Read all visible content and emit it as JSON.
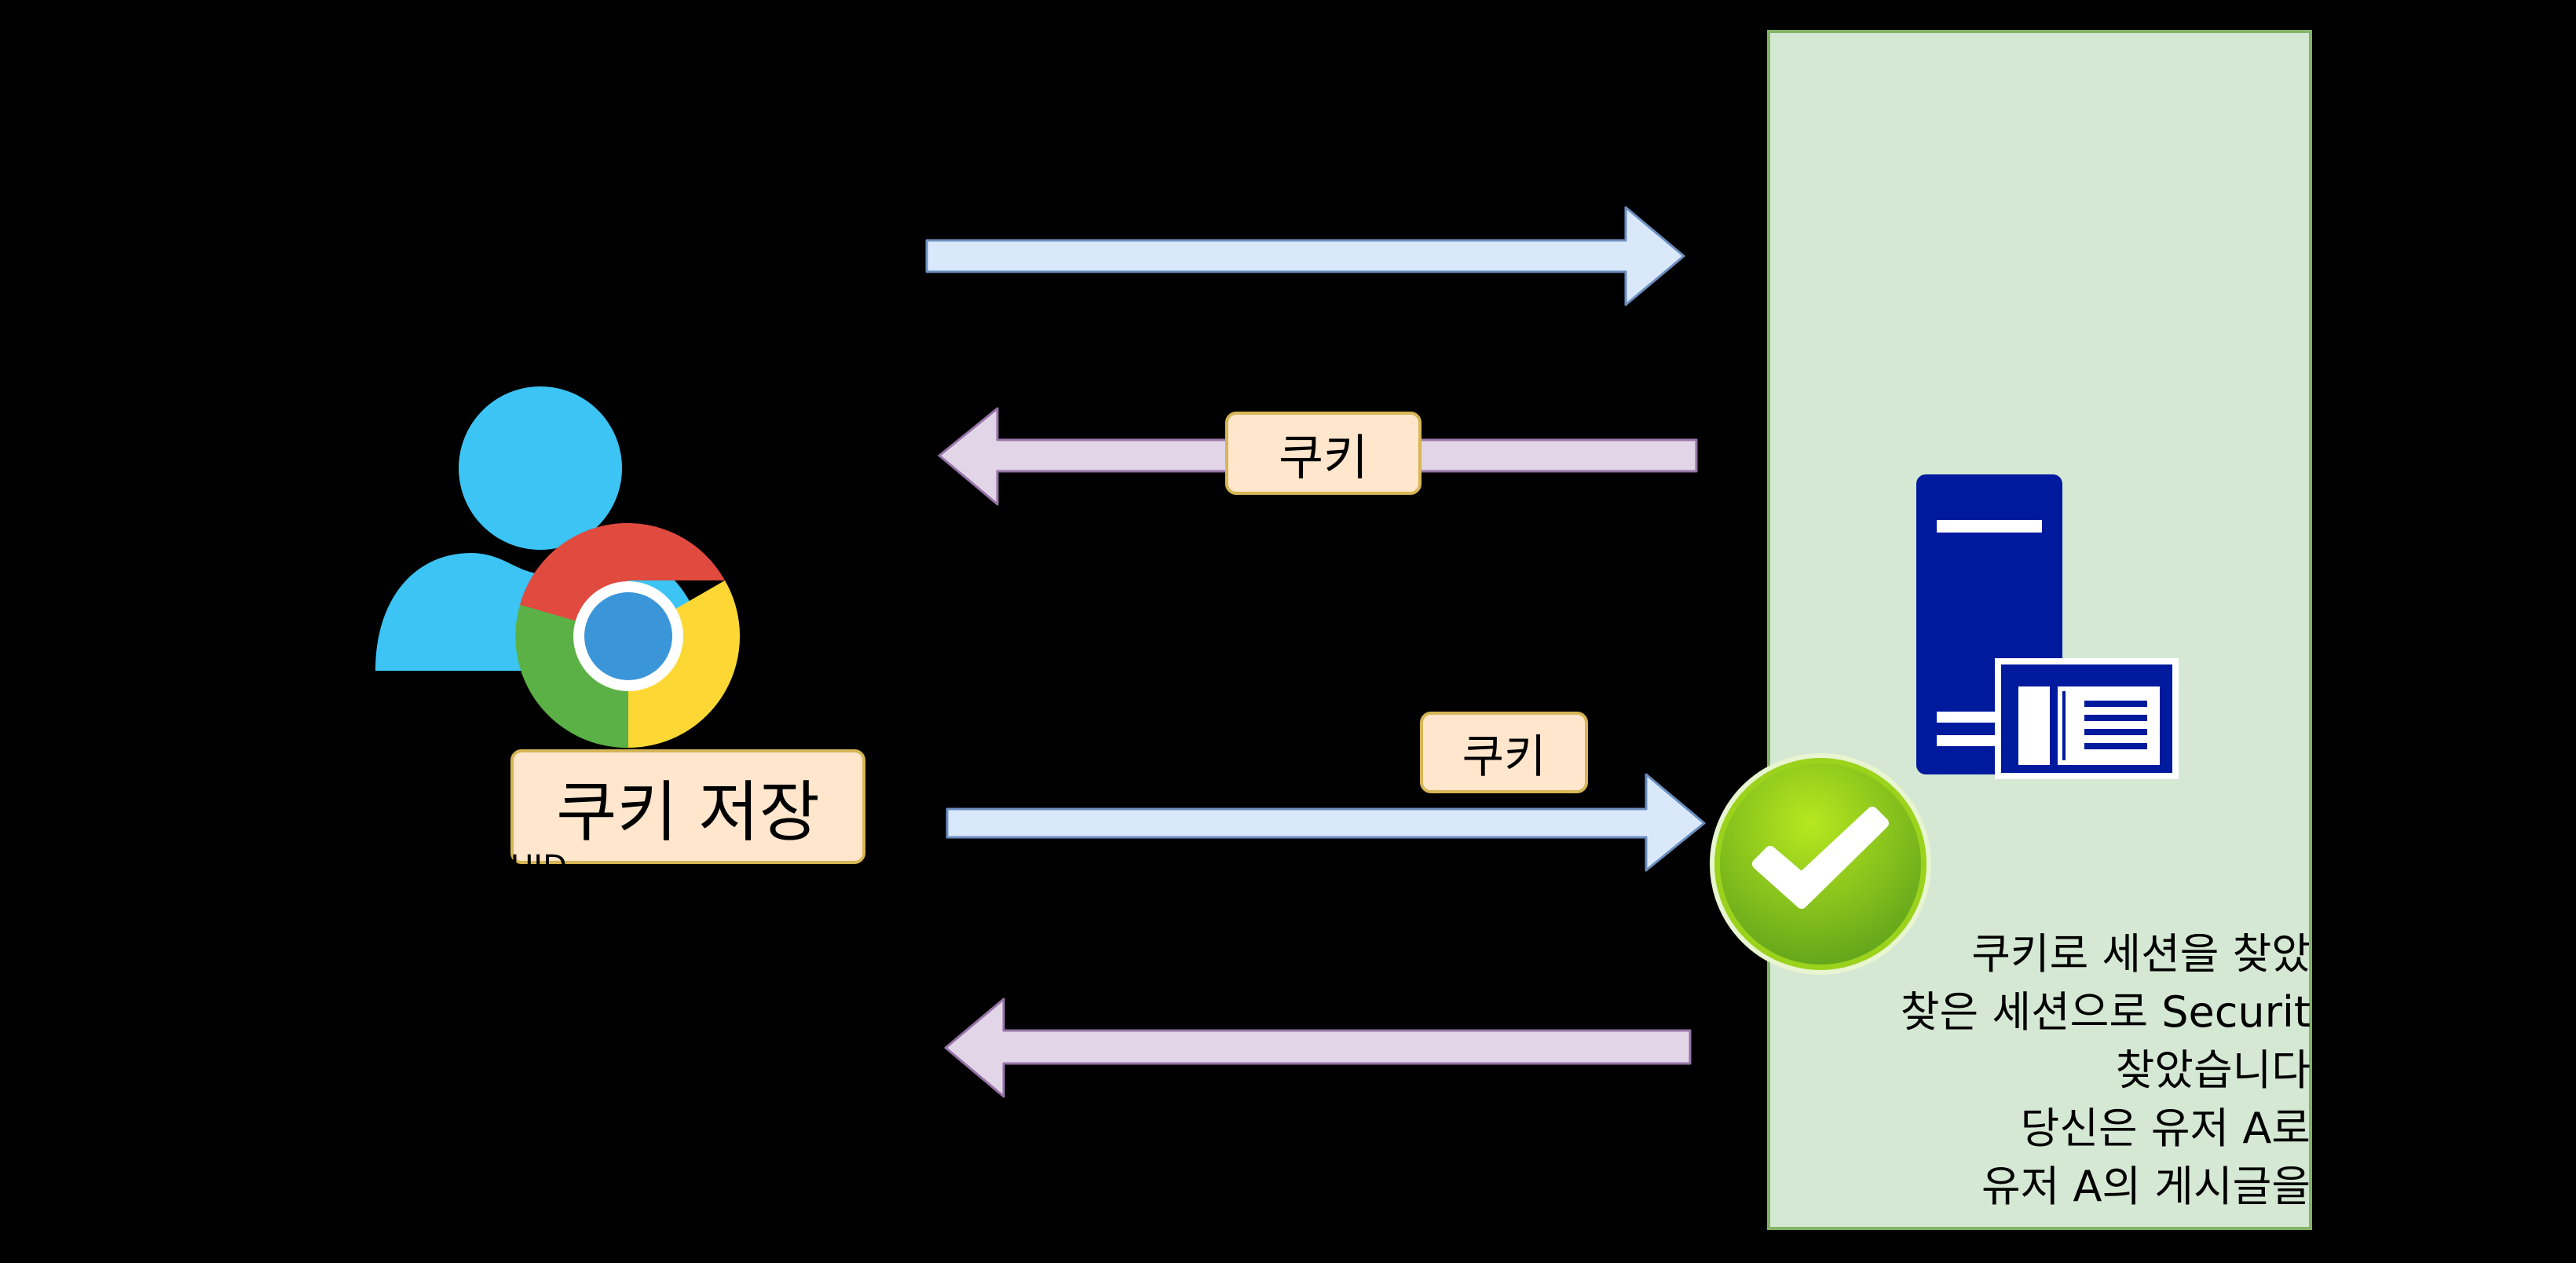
{
  "diagram": {
    "colors": {
      "background": "#000000",
      "server_panel_fill": "#d5e8d4",
      "server_panel_stroke": "#82b366",
      "request_arrow_fill": "#dae8fc",
      "request_arrow_stroke": "#6c8ebf",
      "response_arrow_fill": "#e1d5e7",
      "response_arrow_stroke": "#9673a6",
      "cookie_tag_fill": "#ffe6cc",
      "cookie_tag_stroke": "#d6b656",
      "server_icon": "#001a9e",
      "user_icon": "#3cc4f4",
      "check_badge": "#7fc31c"
    },
    "icons": {
      "user": "user-icon",
      "browser": "chrome-browser-icon",
      "server": "server-icon",
      "check": "checkmark-icon"
    },
    "cookie_label_response": "쿠키",
    "cookie_label_request": "쿠키",
    "cookie_store_label": "쿠키 저장",
    "uid_fragment": "UID",
    "server_message_lines": [
      "쿠키로 세션을 찾았",
      "찾은 세션으로 Securit",
      "찾았습니다",
      "당신은 유저 A로",
      "유저 A의 게시글을"
    ]
  }
}
